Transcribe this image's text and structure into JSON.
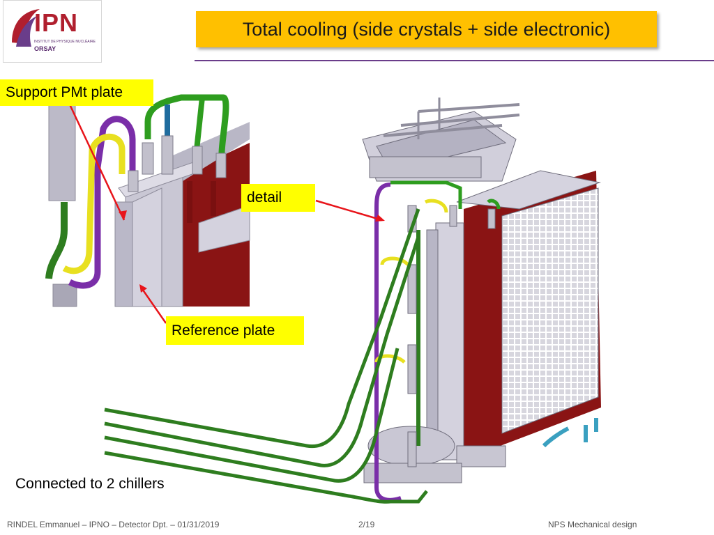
{
  "header": {
    "title": "Total cooling (side crystals + side electronic)",
    "logo": {
      "icon": "ipn-swoosh-logo",
      "word": "IPN",
      "line1": "INSTITUT DE PHYSIQUE NUCLÉAIRE",
      "line2": "ORSAY"
    }
  },
  "callouts": {
    "support_pmt": "Support PMt plate",
    "detail": "detail",
    "reference_plate": "Reference plate",
    "chillers": "Connected to 2 chillers"
  },
  "footer": {
    "author": "RINDEL Emmanuel – IPNO – Detector Dpt. – 01/31/2019",
    "page": "2/19",
    "project": "NPS Mechanical design"
  },
  "colors": {
    "accent_yellow": "#ffc000",
    "callout_yellow": "#ffff00",
    "rule_purple": "#6a3d8a",
    "pipe_green": "#2e7d1f",
    "pipe_purple": "#7a2ea8",
    "pipe_yellow": "#e8e020",
    "crystal_red": "#8a1414",
    "metal": "#c9c7d4",
    "arrow_red": "#e8141a"
  }
}
